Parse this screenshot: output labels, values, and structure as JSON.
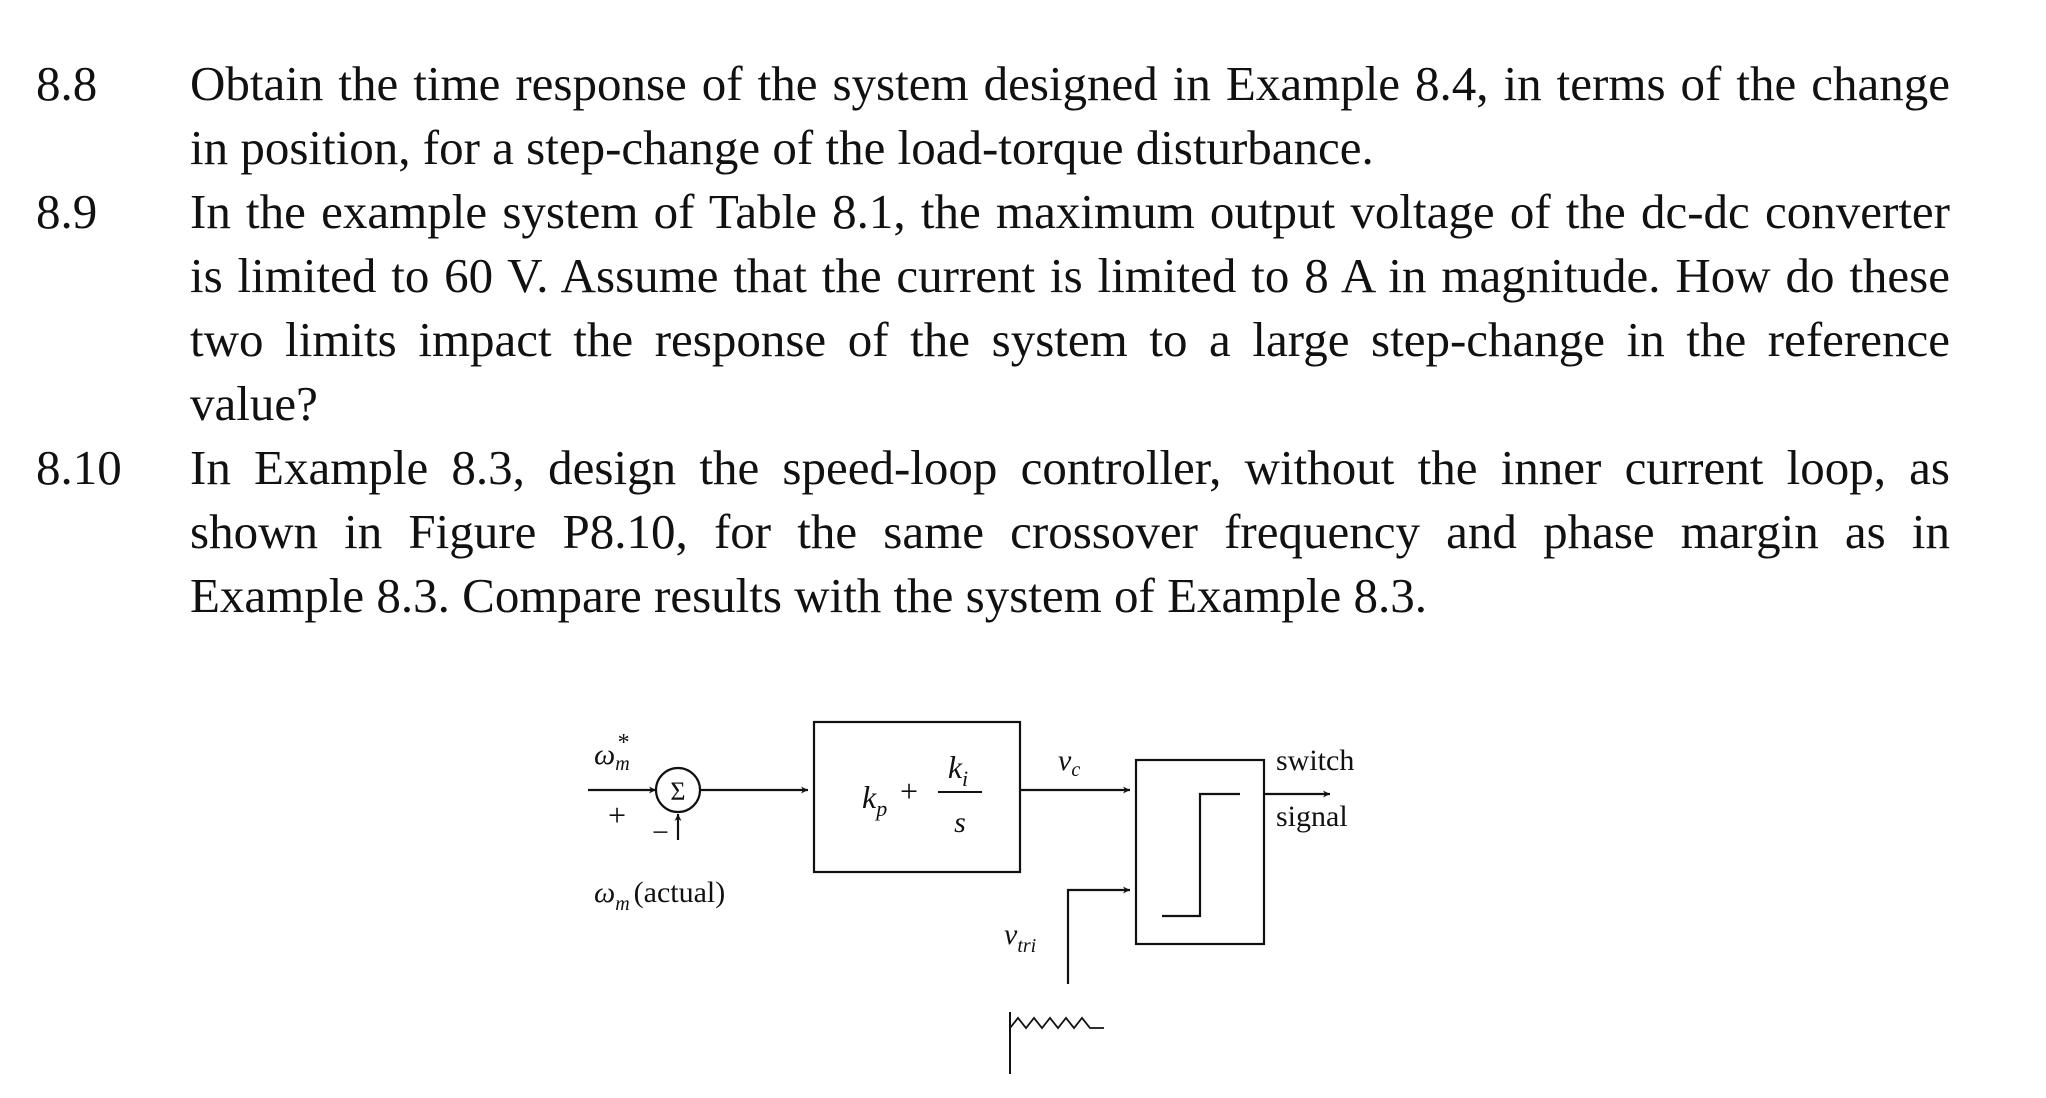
{
  "problems": [
    {
      "number": "8.8",
      "text": "Obtain the time response of the system designed in Example 8.4, in terms of the change in position, for a step-change of the load-torque disturbance."
    },
    {
      "number": "8.9",
      "text": "In the example system of Table 8.1, the maximum output voltage of the dc-dc converter is limited to 60 V. Assume that the current is limited to 8 A in magnitude. How do these two limits impact the response of the system to a large step-change in the reference value?"
    },
    {
      "number": "8.10",
      "text": "In Example 8.3, design the speed-loop controller, without the inner current loop, as shown in Figure P8.10, for the same crossover frequency and phase margin as in Example 8.3. Compare results with the system of Example 8.3."
    }
  ],
  "figure": {
    "omega_ref": "ω",
    "omega_ref_sub": "m",
    "omega_ref_sup": "*",
    "plus_sign": "+",
    "minus_sign": "−",
    "sum_symbol": "Σ",
    "omega_actual": "ω",
    "omega_actual_sub": "m",
    "actual_label": "(actual)",
    "controller_kp": "k",
    "controller_kp_sub": "p",
    "controller_plus": "+",
    "controller_ki": "k",
    "controller_ki_sub": "i",
    "controller_s": "s",
    "vc_label": "v",
    "vc_sub": "c",
    "vtri_label": "v",
    "vtri_sub": "tri",
    "switch_label": "switch",
    "signal_label": "signal"
  }
}
